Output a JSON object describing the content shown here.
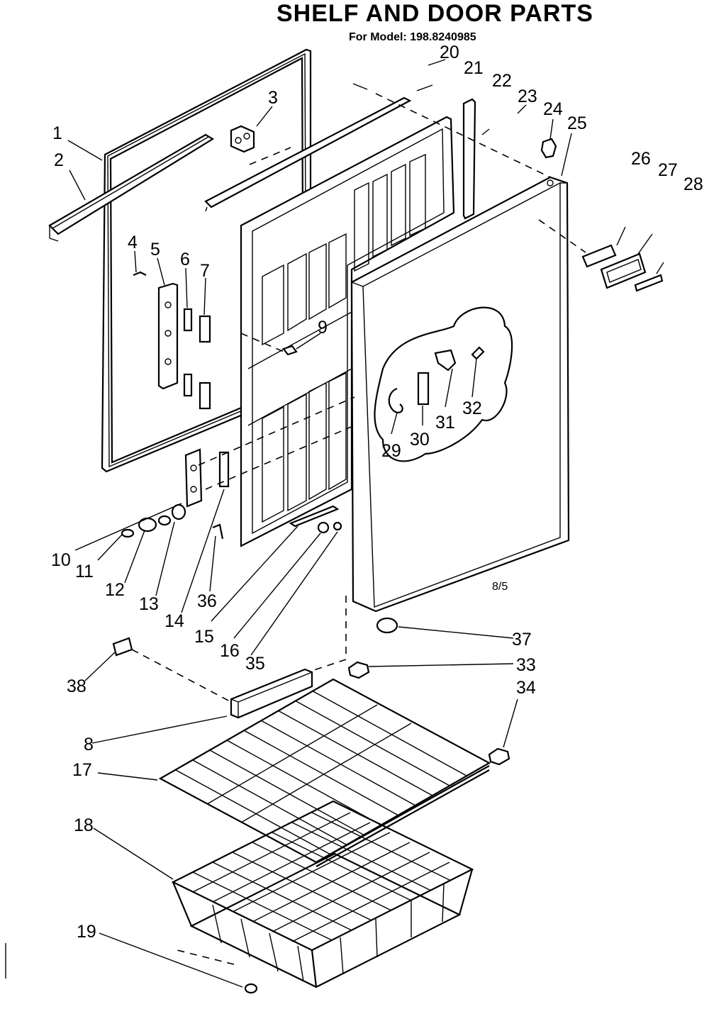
{
  "header": {
    "title": "SHELF AND DOOR PARTS",
    "subtitle": "For Model: 198.8240985"
  },
  "callouts": {
    "n1": "1",
    "n2": "2",
    "n3": "3",
    "n4": "4",
    "n5": "5",
    "n6": "6",
    "n7": "7",
    "n8": "8",
    "n9": "9",
    "n10": "10",
    "n11": "11",
    "n12": "12",
    "n13": "13",
    "n14": "14",
    "n15": "15",
    "n16": "16",
    "n17": "17",
    "n18": "18",
    "n19": "19",
    "n20": "20",
    "n21": "21",
    "n22": "22",
    "n23": "23",
    "n24": "24",
    "n25": "25",
    "n26": "26",
    "n27": "27",
    "n28": "28",
    "n29": "29",
    "n30": "30",
    "n31": "31",
    "n32": "32",
    "n33": "33",
    "n34": "34",
    "n35": "35",
    "n36": "36",
    "n37": "37",
    "n38": "38"
  },
  "page_code": "8/5"
}
